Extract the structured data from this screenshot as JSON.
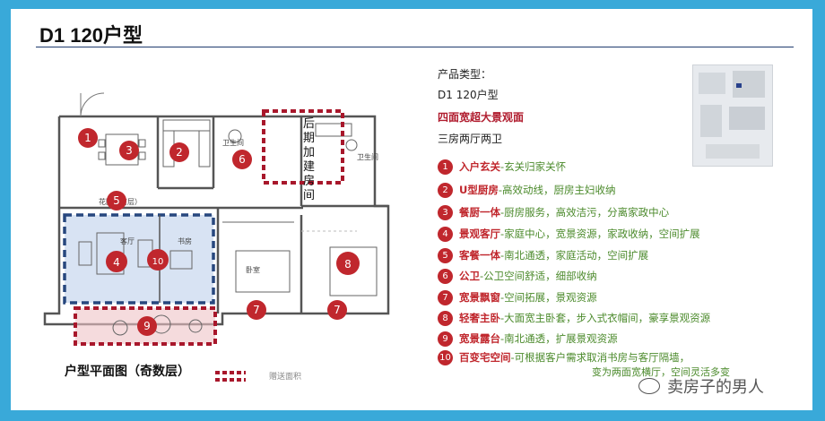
{
  "title": "D1  120户型",
  "info": {
    "type_label": "产品类型：",
    "type_value": "D1  120户型",
    "highlight": "四面宽超大景观面",
    "layout": "三房两厅两卫"
  },
  "legend": [
    {
      "n": "1",
      "t": "入户玄关",
      "d": "-玄关归家关怀"
    },
    {
      "n": "2",
      "t": "U型厨房",
      "d": "-高效动线，厨房主妇收纳"
    },
    {
      "n": "3",
      "t": "餐厨一体",
      "d": "-厨房服务，高效洁污，分离家政中心"
    },
    {
      "n": "4",
      "t": "景观客厅",
      "d": "-家庭中心，宽景资源，家政收纳，空间扩展"
    },
    {
      "n": "5",
      "t": "客餐一体",
      "d": "-南北通透，家庭活动，空间扩展"
    },
    {
      "n": "6",
      "t": "公卫",
      "d": "-公卫空间舒适，细部收纳"
    },
    {
      "n": "7",
      "t": "宽景飘窗",
      "d": "-空间拓展，景观资源"
    },
    {
      "n": "8",
      "t": "轻奢主卧",
      "d": "-大面宽主卧套，步入式衣帽间，豪享景观资源"
    },
    {
      "n": "9",
      "t": "宽景露台",
      "d": "-南北通透，扩展景观资源"
    },
    {
      "n": "10",
      "t": "百变宅空间",
      "d": "-可根据客户需求取消书房与客厅隔墙，",
      "d2": "变为两面宽横厅，空间灵活多变"
    }
  ],
  "plan": {
    "caption": "户型平面图（奇数层）",
    "legend_label": "赠送面积",
    "later_build": [
      "后",
      "期",
      "加",
      "建",
      "房",
      "间"
    ],
    "rooms": {
      "living": "客厅",
      "study": "书房",
      "bedroom": "卧室",
      "bath": "卫生间",
      "garden": "花园（首层）"
    },
    "markers": [
      "1",
      "2",
      "3",
      "4",
      "5",
      "6",
      "7",
      "7",
      "8",
      "9",
      "10"
    ]
  },
  "watermark": "卖房子的男人",
  "colors": {
    "frame_bg": "#39a9d9",
    "accent_red": "#c0272d",
    "desc_green": "#4b8a2b",
    "rule_blue": "#1f3b6e",
    "living_fill": "#c7d7ee"
  }
}
